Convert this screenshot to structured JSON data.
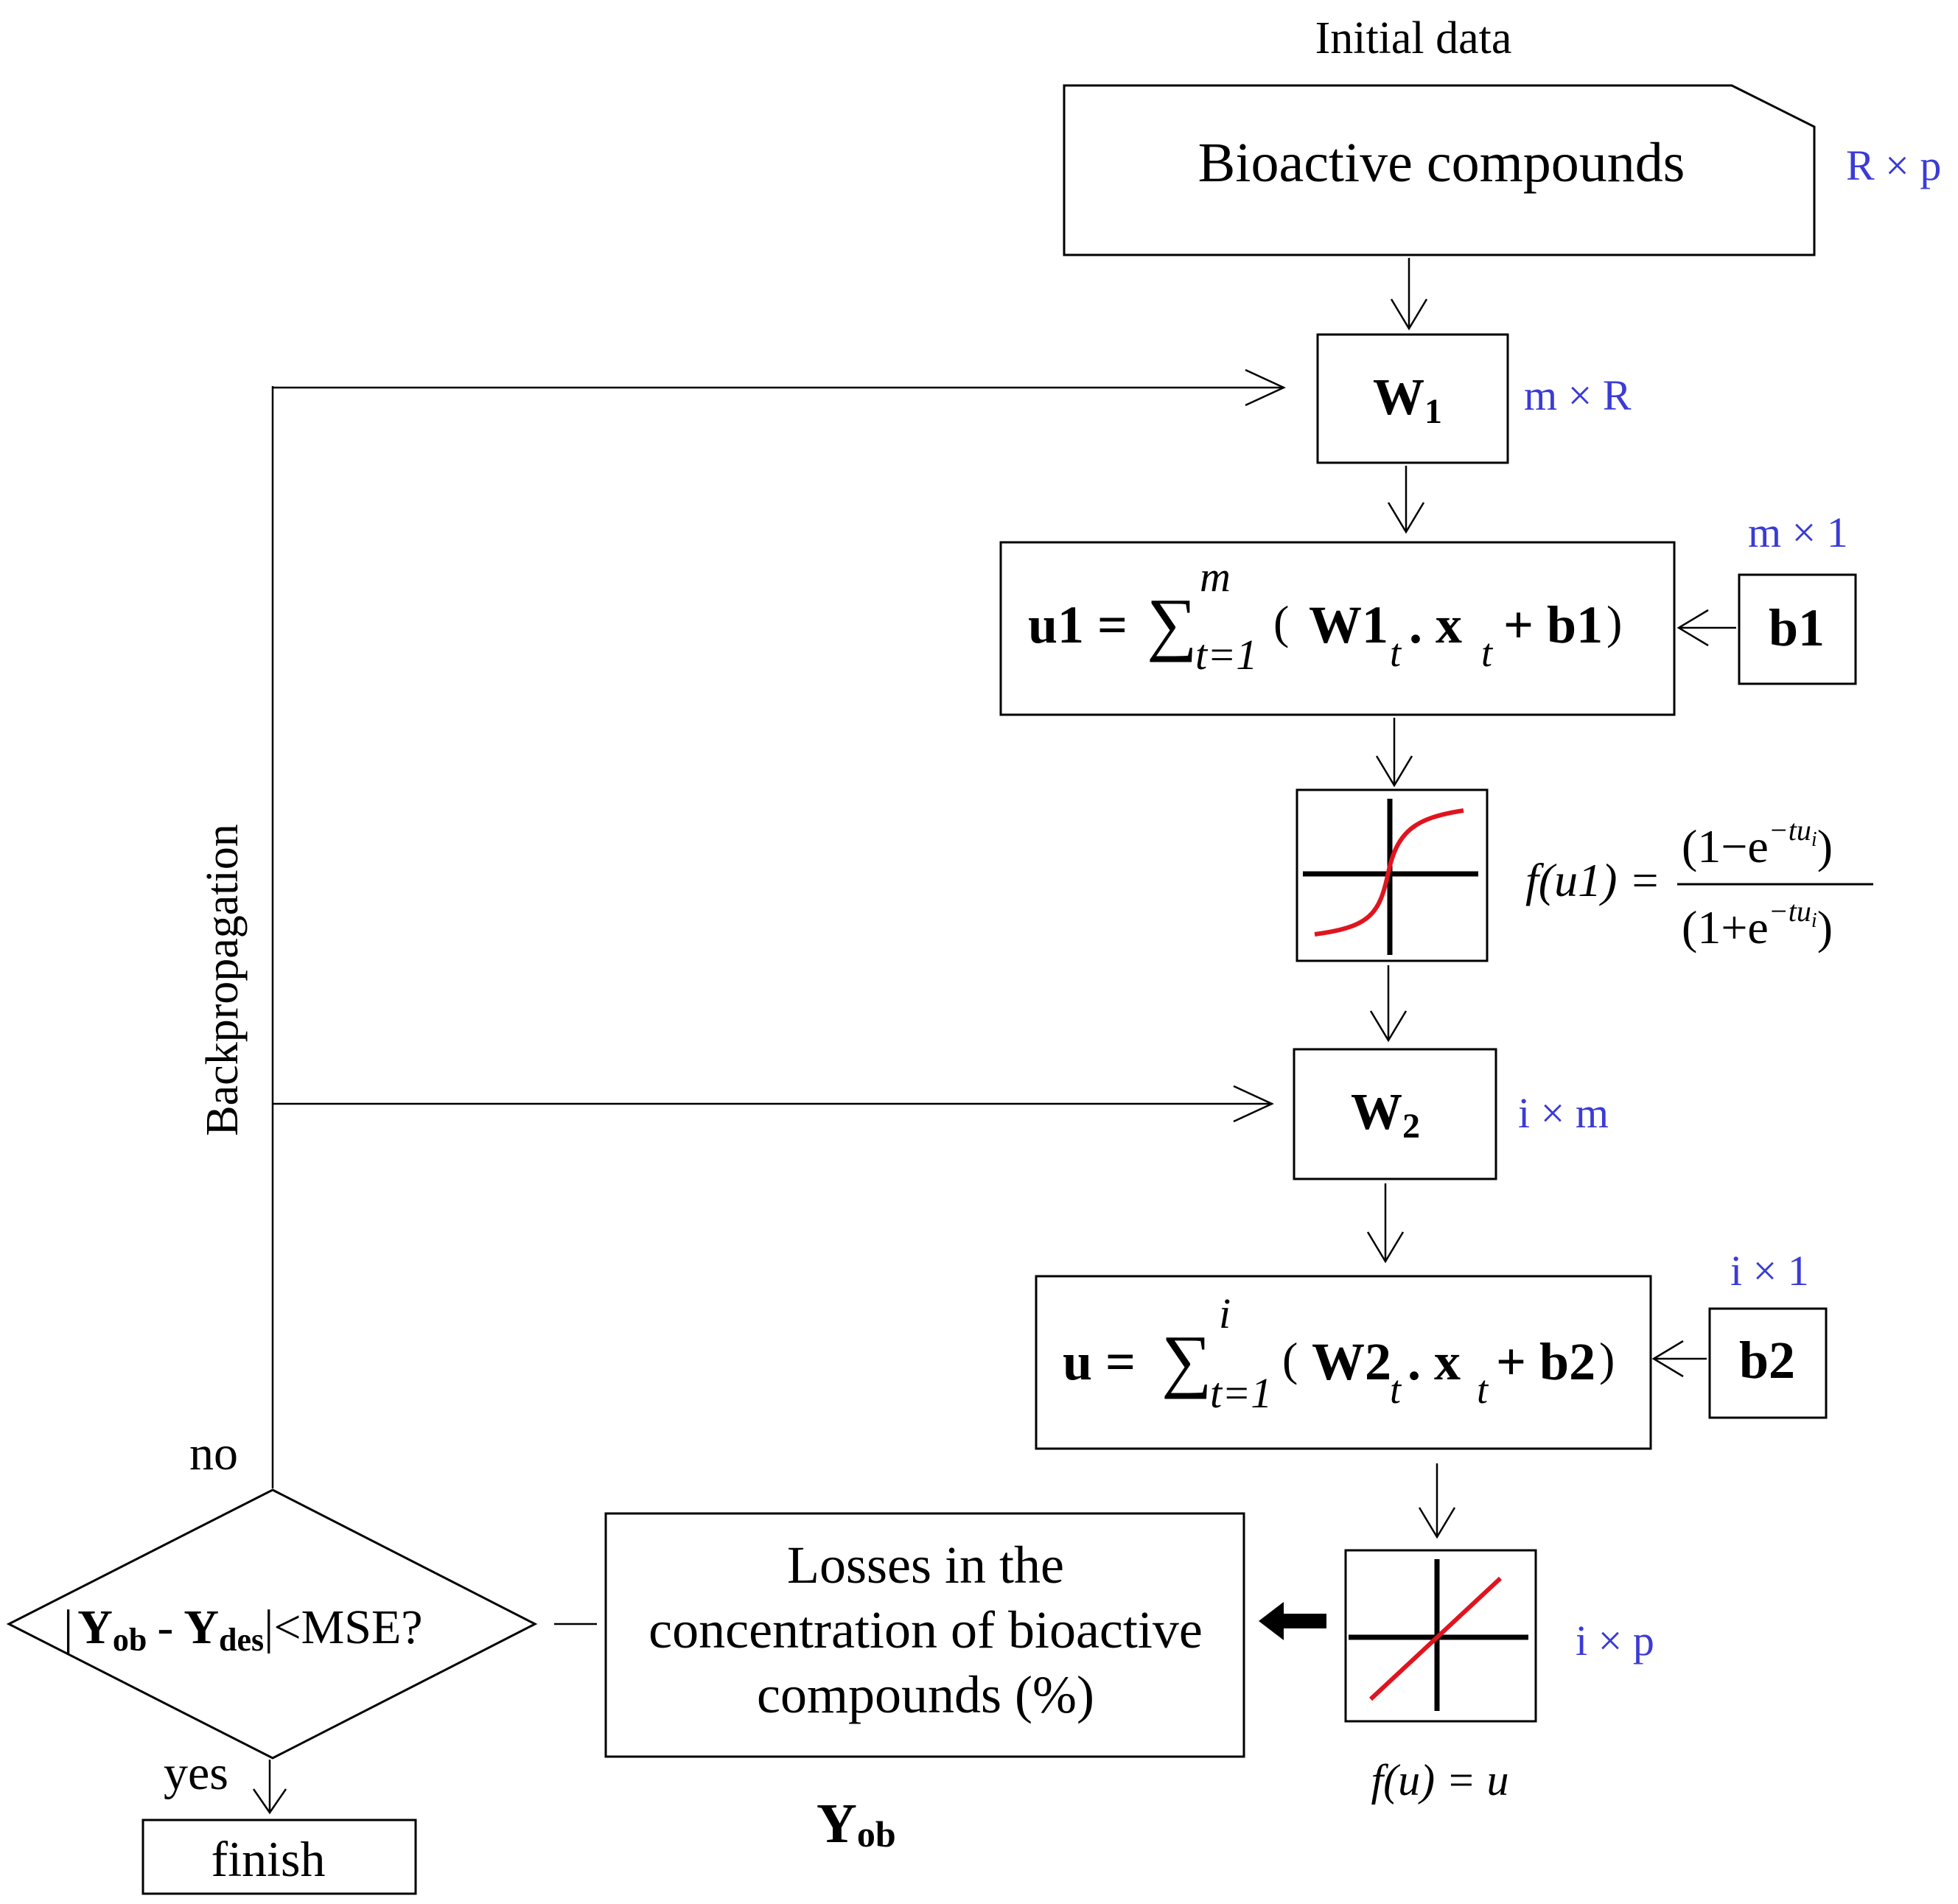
{
  "initial_data_label": "Initial data",
  "input_box_label": "Bioactive compounds",
  "dims": {
    "input": "R × p",
    "w1": "m × R",
    "b1": "m × 1",
    "w2": "i × m",
    "b2": "i × 1",
    "output": "i × p"
  },
  "w1_label": "W",
  "w1_sub": "1",
  "w2_label": "W",
  "w2_sub": "2",
  "b1_label": "b1",
  "b2_label": "b2",
  "sum1": {
    "lhs": "u1 =",
    "sigma": "∑",
    "upper": "m",
    "lower": "t=1",
    "open": "(",
    "w": "W1",
    "w_sub": "t",
    "dot_x": ". x",
    "x_sub": "t",
    "plus_b": "+ b1",
    "close": ")"
  },
  "sum2": {
    "lhs": "u =",
    "sigma": "∑",
    "upper": "i",
    "lower": "t=1",
    "open": "(",
    "w": "W2",
    "w_sub": "t",
    "dot_x": ". x",
    "x_sub": "t",
    "plus_b": "+ b2",
    "close": ")"
  },
  "activation1": {
    "lhs": "f(u1) =",
    "numerator": "(1−e",
    "denominator": "(1+e",
    "exponent": "−tu",
    "exponent_sub": "i",
    "close": ")"
  },
  "activation2": {
    "formula": "f(u) = u"
  },
  "output_box_lines": [
    "Losses in the",
    "concentration of bioactive",
    "compounds (%)"
  ],
  "output_symbol": "Y",
  "output_symbol_sub": "ob",
  "decision": {
    "open": "|",
    "y1": "Y",
    "y1_sub": "ob",
    "minus": "-",
    "y2": "Y",
    "y2_sub": "des",
    "rest": "|<MSE?"
  },
  "no_label": "no",
  "yes_label": "yes",
  "finish_label": "finish",
  "backprop_label": "Backpropagation",
  "colors": {
    "dim_text": "#3b3bd6",
    "sigmoid_curve": "#e0141e",
    "linear_curve": "#e0141e",
    "ink": "#000000"
  }
}
